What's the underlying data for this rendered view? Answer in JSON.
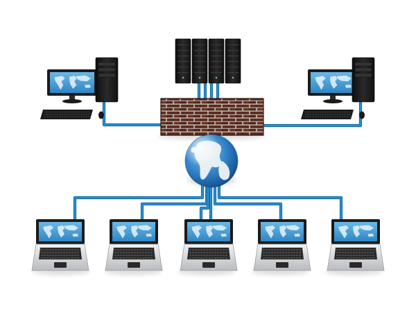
{
  "diagram": {
    "nodes": [
      {
        "id": "desktop-left",
        "kind": "desktop",
        "icon": "desktop-computer-icon"
      },
      {
        "id": "server-rack",
        "kind": "server-rack",
        "icon": "server-rack-icon",
        "units": 4
      },
      {
        "id": "desktop-right",
        "kind": "desktop",
        "icon": "desktop-computer-icon"
      },
      {
        "id": "firewall",
        "kind": "firewall",
        "icon": "brick-firewall-icon"
      },
      {
        "id": "globe",
        "kind": "internet",
        "icon": "globe-icon"
      },
      {
        "id": "laptop-1",
        "kind": "laptop",
        "icon": "laptop-icon"
      },
      {
        "id": "laptop-2",
        "kind": "laptop",
        "icon": "laptop-icon"
      },
      {
        "id": "laptop-3",
        "kind": "laptop",
        "icon": "laptop-icon"
      },
      {
        "id": "laptop-4",
        "kind": "laptop",
        "icon": "laptop-icon"
      },
      {
        "id": "laptop-5",
        "kind": "laptop",
        "icon": "laptop-icon"
      }
    ],
    "links": [
      {
        "from": "desktop-left",
        "to": "firewall"
      },
      {
        "from": "desktop-right",
        "to": "firewall"
      },
      {
        "from": "server-rack",
        "to": "firewall"
      },
      {
        "from": "firewall",
        "to": "globe"
      },
      {
        "from": "globe",
        "to": "laptop-1"
      },
      {
        "from": "globe",
        "to": "laptop-2"
      },
      {
        "from": "globe",
        "to": "laptop-3"
      },
      {
        "from": "globe",
        "to": "laptop-4"
      },
      {
        "from": "globe",
        "to": "laptop-5"
      }
    ]
  },
  "colors": {
    "cable": "#2a8fd0",
    "screen": "#4aa3dc",
    "continent": "#e6f3fb",
    "brick": "#5a2c22",
    "mortar": "#c9c0b8",
    "hardware_dark": "#1b1b1b",
    "laptop_body": "#d9dadc",
    "globe_ocean": "#2f7fc6",
    "globe_land": "#eef3f6"
  }
}
